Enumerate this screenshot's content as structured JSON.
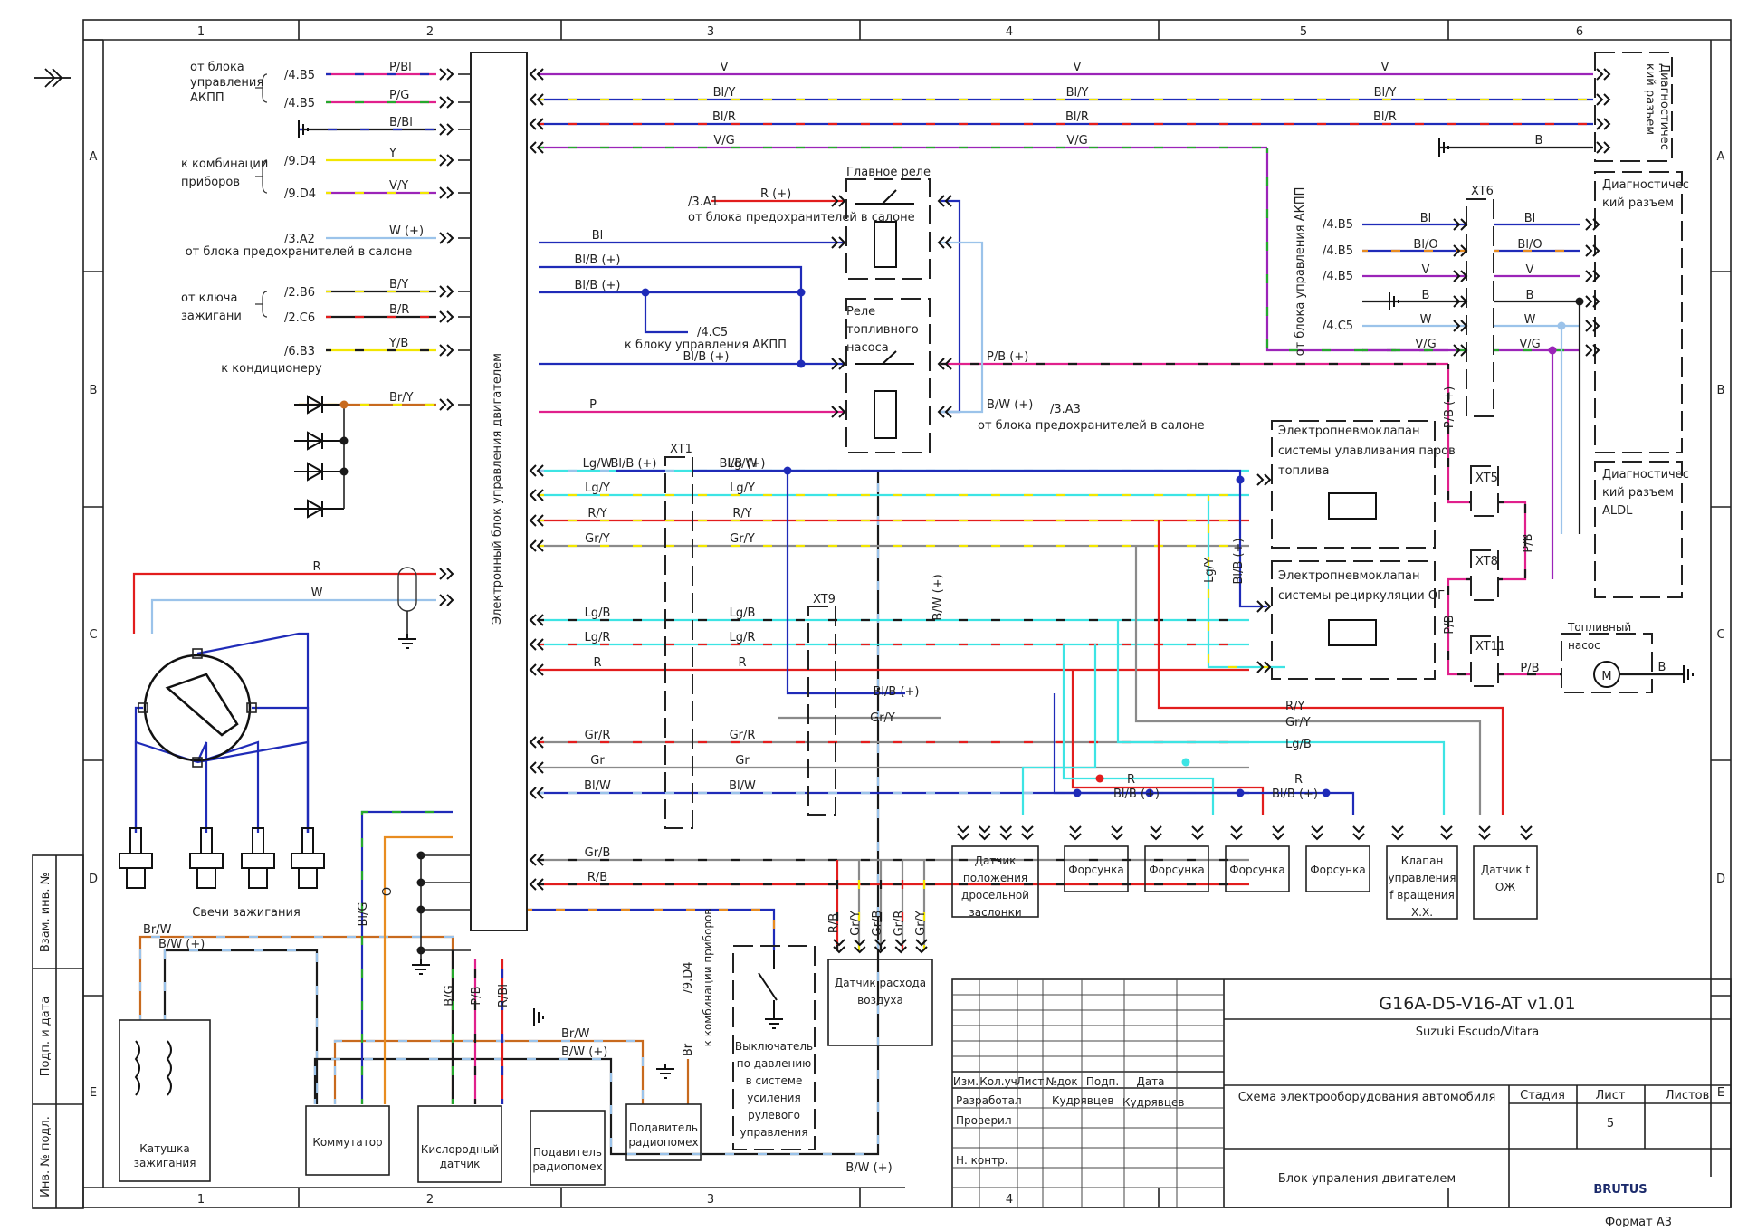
{
  "grid": {
    "cols": [
      "1",
      "2",
      "3",
      "4",
      "5",
      "6"
    ],
    "rows": [
      "A",
      "B",
      "C",
      "D",
      "E"
    ]
  },
  "colors": {
    "P": "#e0208c",
    "Bl": "#1f2bb8",
    "Y": "#f2e600",
    "G": "#25a82c",
    "R": "#e21d1d",
    "B": "#1a1a1a",
    "W": "#9bc3ea",
    "V": "#9b24b8",
    "Br": "#c86a1e",
    "Lg": "#3de4e4",
    "Gr": "#8a8a8a",
    "O": "#e88c20"
  },
  "left_side": {
    "from_akpp": "от блока\nуправления\nАКПП",
    "p_bl_ref": "/4.B5",
    "p_bl": "P/Bl",
    "p_g_ref": "/4.B5",
    "p_g": "P/G",
    "b_bl": "B/Bl",
    "to_instr": "к комбинации\nприборов",
    "y_ref": "/9.D4",
    "y": "Y",
    "v_y_ref": "/9.D4",
    "v_y": "V/Y",
    "w_plus_ref": "/3.A2",
    "w_plus": "W (+)",
    "w_plus_note": "от блока предохранителей в салоне",
    "from_key": "от ключа\nзажигани",
    "b_y_ref": "/2.B6",
    "b_y": "B/Y",
    "b_r_ref": "/2.C6",
    "b_r": "B/R",
    "y_b_ref": "/6.B3",
    "y_b": "Y/B",
    "to_ac": "к кондиционеру",
    "br_y": "Br/Y",
    "r": "R",
    "w": "W"
  },
  "ecu_label": "Электронный блок управления двигателем",
  "top_bus": {
    "v": "V",
    "bl_y": "Bl/Y",
    "bl_r": "Bl/R",
    "v_g": "V/G",
    "b": "B"
  },
  "relays": {
    "main_relay": "Главное реле",
    "main_in_ref": "/3.A1",
    "main_in": "R (+)",
    "main_note": "от блока предохранителей в салоне",
    "fuel_relay": "Реле\nтопливного\nнасоса",
    "bl": "Bl",
    "bl_b1": "Bl/B (+)",
    "bl_b2": "Bl/B (+)",
    "to_akpp_ref": "/4.C5",
    "to_akpp": "к блоку управления АКПП",
    "bl_b3": "Bl/B (+)",
    "p": "P",
    "p_b": "P/B (+)",
    "b_w": "B/W (+)",
    "b_w_ref": "/3.A3",
    "b_w_note": "от блока предохранителей в салоне"
  },
  "sensor_wires": {
    "xt1": "XT1",
    "xt9": "XT9",
    "bl_b4": "Bl/B (+)",
    "bl_b5": "Bl/B (+)",
    "lg_w": "Lg/W",
    "lg_y": "Lg/Y",
    "r_y": "R/Y",
    "gr_y": "Gr/Y",
    "lg_b": "Lg/B",
    "lg_r": "Lg/R",
    "r": "R",
    "bl_b6": "Bl/B (+)",
    "gr_y2": "Gr/Y",
    "gr_r": "Gr/R",
    "gr": "Gr",
    "bl_w": "Bl/W",
    "gr_b": "Gr/B",
    "r_b": "R/B",
    "bl_o": "Bl/O",
    "r_y2": "R/Y",
    "gr_y3": "Gr/Y",
    "lg_b2": "Lg/B",
    "r2": "R",
    "bl_b7": "Bl/B (+)",
    "r3": "R",
    "bl_b8": "Bl/B (+)",
    "lg_y_v": "Lg/Y",
    "bl_b_v": "Bl/B (+)",
    "b_w_v": "B/W (+)"
  },
  "valves": {
    "evap": "Электропневмоклапан\nсистемы улавливания паров\nтоплива",
    "egr": "Электропневмоклапан\nсистемы рециркуляции ОГ"
  },
  "diag": {
    "diag1": "Диагностичес\nкий разъем",
    "diag2": "Диагностичес\nкий разъем",
    "diag3": "Диагностичес\nкий разъем\nALDL",
    "xt6": "XT6",
    "xt5": "XT5",
    "xt8": "XT8",
    "xt11": "XT11",
    "from_akpp_v": "от блока управления АКПП",
    "r1_ref": "/4.B5",
    "r1": "Bl",
    "r2_ref": "/4.B5",
    "r2": "Bl/O",
    "r3_ref": "/4.B5",
    "r3": "V",
    "r4": "B",
    "r5_ref": "/4.C5",
    "r5": "W",
    "r6": "V/G",
    "p_b_v": "P/B (+)",
    "p_b_v2": "P/B",
    "p_b_v3": "P/B",
    "p_b_h": "P/B",
    "b": "B"
  },
  "pump": {
    "label": "Топливный\nнасос",
    "m": "M"
  },
  "components": {
    "tps": "Датчик\nположения\nдросельной\nзаслонки",
    "inj": "Форсунка",
    "iac": "Клапан\nуправления\nf вращения\nХ.Х.",
    "ect": "Датчик t\nОЖ",
    "maf": "Датчик расхода\nвоздуха",
    "maf_pins": [
      "R/B",
      "Gr/Y",
      "Gr/B",
      "Gr/R",
      "Gr/Y"
    ],
    "spark": "Свечи зажигания",
    "coil": "Катушка\nзажигания",
    "igniter": "Коммутатор",
    "o2": "Кислородный\nдатчик",
    "supp1": "Подавитель\nрадиопомех",
    "supp2": "Подавитель\nрадиопомех",
    "ps_switch": "Выключатель\nпо давлению\nв системе\nусиления\nрулевого\nуправления",
    "br_w": "Br/W",
    "b_w": "B/W (+)",
    "bl_g": "Bl/G",
    "o": "O",
    "b_g": "B/G",
    "p_b": "P/B",
    "r_bl": "R/Bl",
    "br_w2": "Br/W",
    "b_w2": "B/W (+)",
    "br": "Br",
    "to_instr_ref": "/9.D4",
    "to_instr": "к комбинации приборов",
    "b_w3": "B/W (+)"
  },
  "title_block": {
    "code": "G16A-D5-V16-AT v1.01",
    "vehicle": "Suzuki Escudo/Vitara",
    "description": "Схема электрооборудования автомобиля",
    "sheet_name": "Блок упраления двигателем",
    "cols": [
      "Изм.",
      "Кол.уч",
      "Лист",
      "№док",
      "Подп.",
      "Дата"
    ],
    "rows": [
      "Разработал",
      "Проверил",
      "Н. контр."
    ],
    "developer": "Кудрявцев",
    "developer_sign": "Кудрявцев",
    "stage": "Стадия",
    "sheet": "Лист",
    "sheets": "Листов",
    "sheet_no": "5",
    "brand": "BRUTUS",
    "format": "Формат А3"
  },
  "side_stamp": [
    "Взам. инв. №",
    "Подп. и дата",
    "Инв. № подл."
  ]
}
